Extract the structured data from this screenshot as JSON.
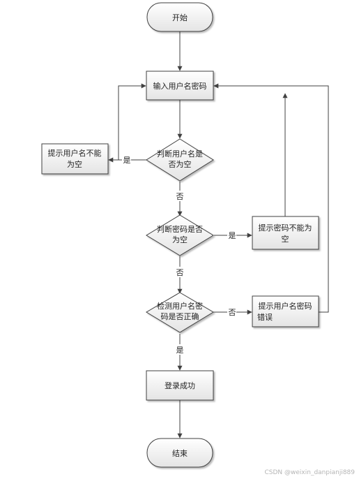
{
  "nodes": {
    "start": "开始",
    "input": "输入用户名密码",
    "check_user_empty": [
      "判断用户名是",
      "否为空"
    ],
    "prompt_user_empty": [
      "提示用户名不能",
      "为空"
    ],
    "check_pwd_empty": [
      "判断密码是否",
      "为空"
    ],
    "prompt_pwd_empty": [
      "提示密码不能为",
      "空"
    ],
    "verify_credentials": [
      "检测用户名密",
      "码是否正确"
    ],
    "prompt_error": [
      "提示用户名密码",
      "错误"
    ],
    "login_success": "登录成功",
    "end": "结束"
  },
  "edge_labels": {
    "yes_user_empty": "是",
    "no_user_empty": "否",
    "yes_pwd_empty": "是",
    "no_pwd_empty": "否",
    "no_verify": "否",
    "yes_verify": "是"
  },
  "watermark": "CSDN @weixin_danpianji889",
  "colors": {
    "stroke": "#404040",
    "fill_top": "#ffffff",
    "fill_bottom": "#e6e6e6"
  }
}
